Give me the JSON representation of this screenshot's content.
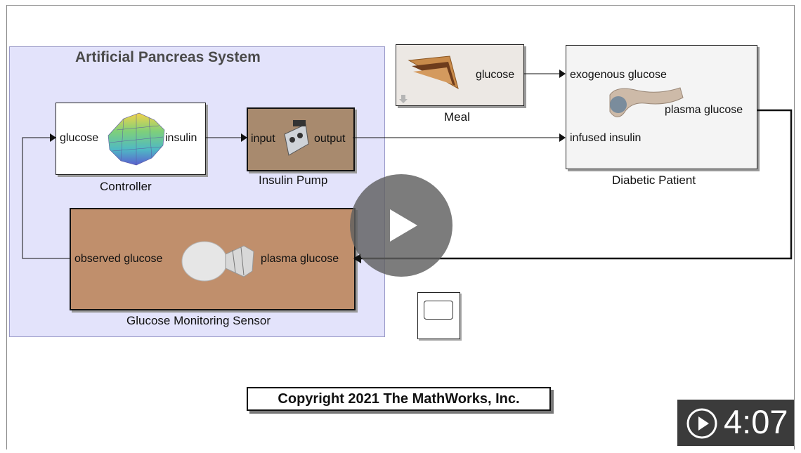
{
  "diagram": {
    "subsystem_title": "Artificial Pancreas System",
    "controller": {
      "caption": "Controller",
      "in_port": "glucose",
      "out_port": "insulin"
    },
    "insulin_pump": {
      "caption": "Insulin Pump",
      "in_port": "input",
      "out_port": "output"
    },
    "sensor": {
      "caption": "Glucose Monitoring Sensor",
      "out_port": "observed glucose",
      "in_port": "plasma glucose"
    },
    "meal": {
      "caption": "Meal",
      "out_port": "glucose"
    },
    "patient": {
      "caption": "Diabetic Patient",
      "in_port_1": "exogenous glucose",
      "in_port_2": "infused insulin",
      "out_port": "plasma glucose"
    },
    "copyright": "Copyright 2021 The MathWorks, Inc."
  },
  "video": {
    "duration": "4:07",
    "play_icon": "play-icon",
    "duration_icon": "play-circle-icon"
  },
  "colors": {
    "subsystem_fill": "#e3e3fb",
    "sensor_fill": "#c08f6c",
    "pump_fill": "#a88a6e",
    "badge_bg": "#3b3b3b"
  }
}
